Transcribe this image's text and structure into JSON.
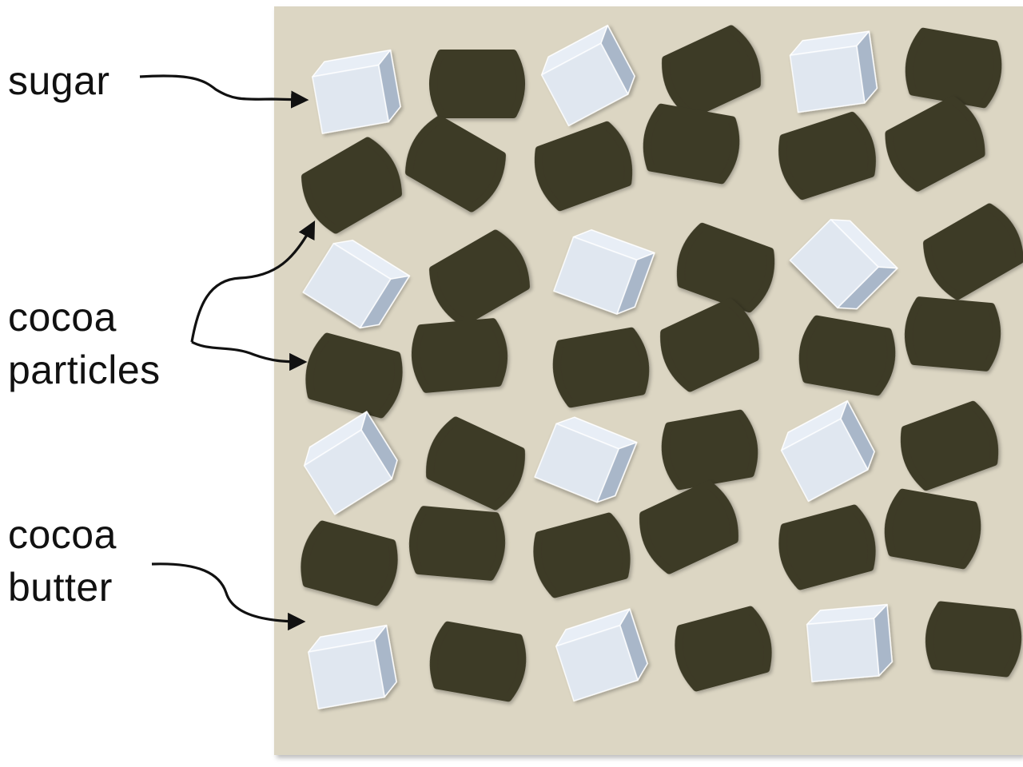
{
  "labels": {
    "sugar": "sugar",
    "cocoa_particles_line1": "cocoa",
    "cocoa_particles_line2": "particles",
    "cocoa_butter_line1": "cocoa",
    "cocoa_butter_line2": "butter"
  },
  "colors": {
    "background": "#ffffff",
    "cocoa_butter": "#dcd6c3",
    "cocoa_particle": "#3d3a28",
    "sugar_light": "#e8eef6",
    "sugar_mid": "#c9d4e2",
    "sugar_dark": "#a9b7c9",
    "arrow": "#111111"
  }
}
